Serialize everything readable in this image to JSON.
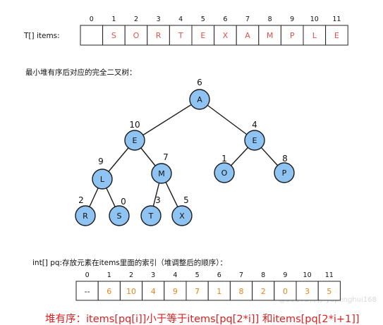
{
  "items_array": {
    "label": "T[] items:",
    "indices": [
      "0",
      "1",
      "2",
      "3",
      "4",
      "5",
      "6",
      "7",
      "8",
      "9",
      "10",
      "11"
    ],
    "values": [
      "",
      "S",
      "O",
      "R",
      "T",
      "E",
      "X",
      "A",
      "M",
      "P",
      "L",
      "E"
    ]
  },
  "tree": {
    "caption": "最小堆有序后对应的完全二叉树：",
    "nodes": [
      {
        "letter": "A",
        "index": "6"
      },
      {
        "letter": "E",
        "index": "10"
      },
      {
        "letter": "E",
        "index": "4"
      },
      {
        "letter": "L",
        "index": "9"
      },
      {
        "letter": "M",
        "index": "7"
      },
      {
        "letter": "O",
        "index": "1"
      },
      {
        "letter": "P",
        "index": "8"
      },
      {
        "letter": "R",
        "index": "2"
      },
      {
        "letter": "S",
        "index": "0"
      },
      {
        "letter": "T",
        "index": "3"
      },
      {
        "letter": "X",
        "index": "5"
      }
    ]
  },
  "pq_array": {
    "caption": "int[] pq:存放元素在items里面的索引（堆调整后的顺序）：",
    "indices": [
      "0",
      "1",
      "2",
      "3",
      "4",
      "5",
      "6",
      "7",
      "8",
      "9",
      "10",
      "11"
    ],
    "values": [
      "--",
      "6",
      "10",
      "4",
      "9",
      "7",
      "1",
      "8",
      "2",
      "0",
      "3",
      "5"
    ]
  },
  "footer": {
    "text": "堆有序：items[pq[i]]小于等于items[pq[2*i]] 和items[pq[2*i+1]]"
  },
  "watermark": "@51CTO博客 yupenghui168",
  "colors": {
    "node_fill": "#8fc3f2",
    "items_text": "#e05050",
    "pq_text": "#e8841a",
    "footer_text": "#e02020"
  }
}
